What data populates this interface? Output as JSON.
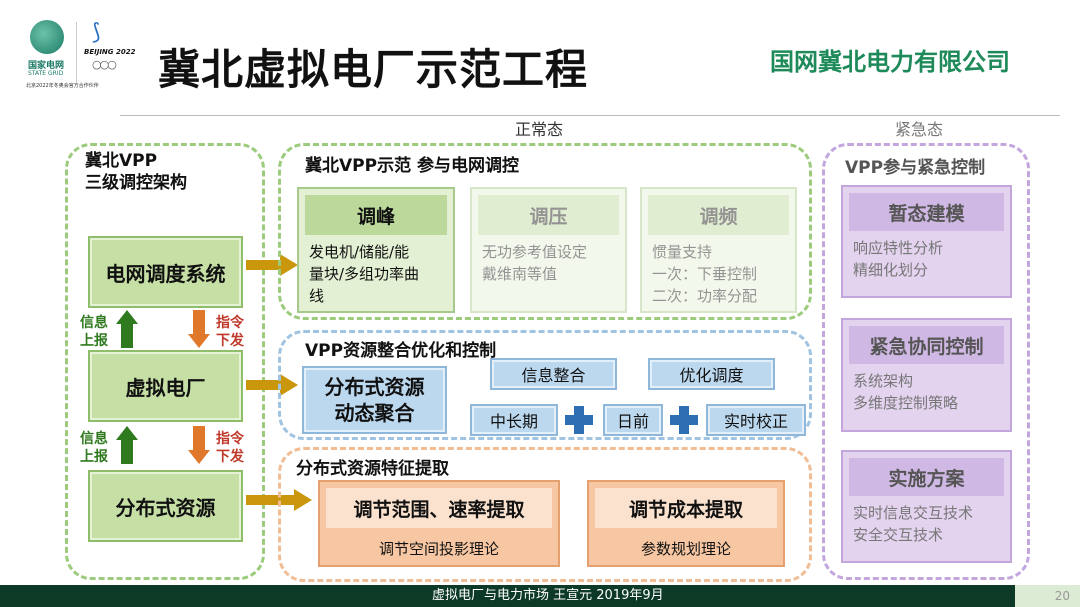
{
  "header": {
    "logo_sg_cn": "国家电网",
    "logo_sg_en": "STATE GRID",
    "logo_beijing": "BEIJING 2022",
    "logo_partner": "北京2022年冬奥会官方合作伙伴",
    "title": "冀北虚拟电厂示范工程",
    "company": "国网冀北电力有限公司"
  },
  "states": {
    "normal": "正常态",
    "emergency": "紧急态"
  },
  "left": {
    "title1": "冀北VPP",
    "title2": "三级调控架构",
    "levels": [
      "电网调度系统",
      "虚拟电厂",
      "分布式资源"
    ],
    "up_label": [
      "信息",
      "上报"
    ],
    "down_label": [
      "指令",
      "下发"
    ]
  },
  "grid": {
    "title": "冀北VPP示范 参与电网调控",
    "cards": [
      {
        "title": "调峰",
        "lines": [
          "发电机/储能/能",
          "量块/多组功率曲",
          "线"
        ]
      },
      {
        "title": "调压",
        "lines": [
          "无功参考值设定",
          "戴维南等值"
        ]
      },
      {
        "title": "调频",
        "lines": [
          "惯量支持",
          "一次：下垂控制",
          "二次：功率分配"
        ]
      }
    ]
  },
  "vpp": {
    "title": "VPP资源整合优化和控制",
    "main1": "分布式资源",
    "main2": "动态聚合",
    "info": "信息整合",
    "opt": "优化调度",
    "t1": "中长期",
    "t2": "日前",
    "t3": "实时校正"
  },
  "feature": {
    "title": "分布式资源特征提取",
    "cards": [
      {
        "title": "调节范围、速率提取",
        "sub": "调节空间投影理论"
      },
      {
        "title": "调节成本提取",
        "sub": "参数规划理论"
      }
    ]
  },
  "emergency": {
    "title": "VPP参与紧急控制",
    "cards": [
      {
        "title": "暂态建模",
        "lines": [
          "响应特性分析",
          "精细化划分"
        ]
      },
      {
        "title": "紧急协同控制",
        "lines": [
          "系统架构",
          "多维度控制策略"
        ]
      },
      {
        "title": "实施方案",
        "lines": [
          "实时信息交互技术",
          "安全交互技术"
        ]
      }
    ]
  },
  "footer": {
    "text": "虚拟电厂与电力市场 王宣元 2019年9月",
    "page": "20"
  }
}
